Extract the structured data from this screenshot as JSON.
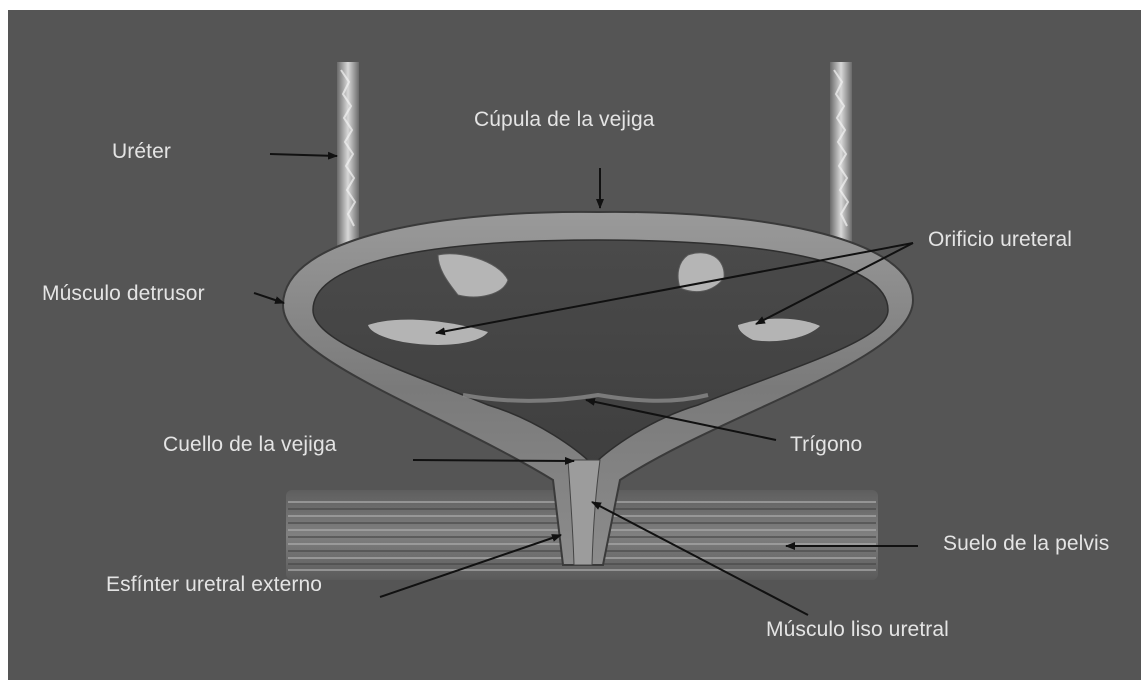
{
  "labels": {
    "ureter": "Uréter",
    "dome": "Cúpula de la vejiga",
    "ureteral_orifice": "Orificio ureteral",
    "detrusor": "Músculo detrusor",
    "bladder_neck": "Cuello de la vejiga",
    "trigone": "Trígono",
    "pelvic_floor": "Suelo de la pelvis",
    "external_sphincter": "Esfínter uretral externo",
    "urethral_smooth_muscle": "Músculo liso uretral"
  },
  "colors": {
    "background": "#555555",
    "label_text": "#e4e4e4",
    "arrow": "#111111"
  }
}
